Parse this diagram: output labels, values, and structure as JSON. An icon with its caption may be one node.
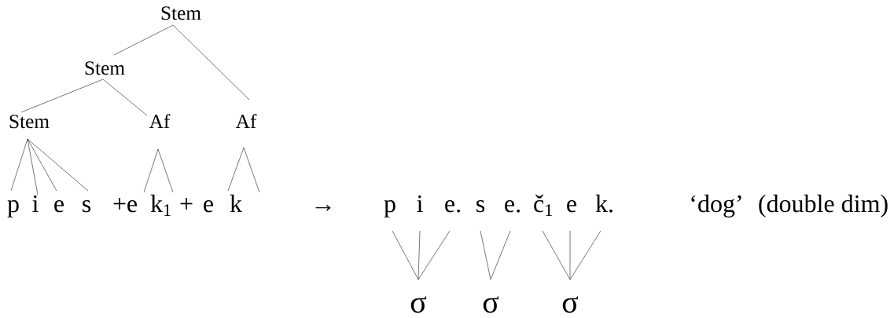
{
  "diagram": {
    "nodes": [
      {
        "text": [
          "Stem"
        ]
      },
      {
        "text": [
          "Stem"
        ]
      },
      {
        "text": [
          "Stem"
        ]
      },
      {
        "text": [
          "Af"
        ]
      },
      {
        "text": [
          "Af"
        ]
      },
      {
        "text": [
          "p"
        ]
      },
      {
        "text": [
          "i"
        ]
      },
      {
        "text": [
          "e"
        ]
      },
      {
        "text": [
          "s"
        ]
      },
      {
        "text": [
          "e"
        ]
      },
      {
        "text": [
          "k$_{1}$"
        ]
      },
      {
        "text": [
          "e"
        ]
      },
      {
        "text": [
          "k"
        ]
      },
      {
        "text": [
          "p"
        ]
      },
      {
        "text": [
          "i"
        ]
      },
      {
        "text": [
          "e."
        ]
      },
      {
        "text": [
          "s"
        ]
      },
      {
        "text": [
          "e."
        ]
      },
      {
        "text": [
          "č$_{1}$"
        ]
      },
      {
        "text": [
          "e"
        ]
      },
      {
        "text": [
          "k."
        ]
      },
      {
        "text": [
          "σ"
        ]
      },
      {
        "text": [
          "σ"
        ]
      },
      {
        "text": [
          "σ"
        ]
      }
    ],
    "edges": [
      {
        "from": 0,
        "to": 1,
        "arrow": "none"
      },
      {
        "from": 0,
        "to": 4,
        "arrow": "none"
      },
      {
        "from": 1,
        "to": 2,
        "arrow": "none"
      },
      {
        "from": 1,
        "to": 3,
        "arrow": "none"
      },
      {
        "from": 2,
        "to": 5,
        "arrow": "none"
      },
      {
        "from": 2,
        "to": 6,
        "arrow": "none"
      },
      {
        "from": 2,
        "to": 7,
        "arrow": "none"
      },
      {
        "from": 2,
        "to": 8,
        "arrow": "none"
      },
      {
        "from": 3,
        "to": 9,
        "arrow": "none"
      },
      {
        "from": 3,
        "to": 10,
        "arrow": "none"
      },
      {
        "from": 4,
        "to": 11,
        "arrow": "none"
      },
      {
        "from": 4,
        "to": 12,
        "arrow": "none"
      },
      {
        "from": 21,
        "to": 13,
        "arrow": "none"
      },
      {
        "from": 21,
        "to": 14,
        "arrow": "none"
      },
      {
        "from": 21,
        "to": 15,
        "arrow": "none"
      },
      {
        "from": 22,
        "to": 16,
        "arrow": "none"
      },
      {
        "from": 22,
        "to": 17,
        "arrow": "none"
      },
      {
        "from": 23,
        "to": 18,
        "arrow": "none"
      },
      {
        "from": 23,
        "to": 19,
        "arrow": "none"
      },
      {
        "from": 23,
        "to": 20,
        "arrow": "none"
      }
    ],
    "labels": [
      "+",
      "+",
      "→",
      "‘dog’",
      "(double dim)"
    ]
  }
}
